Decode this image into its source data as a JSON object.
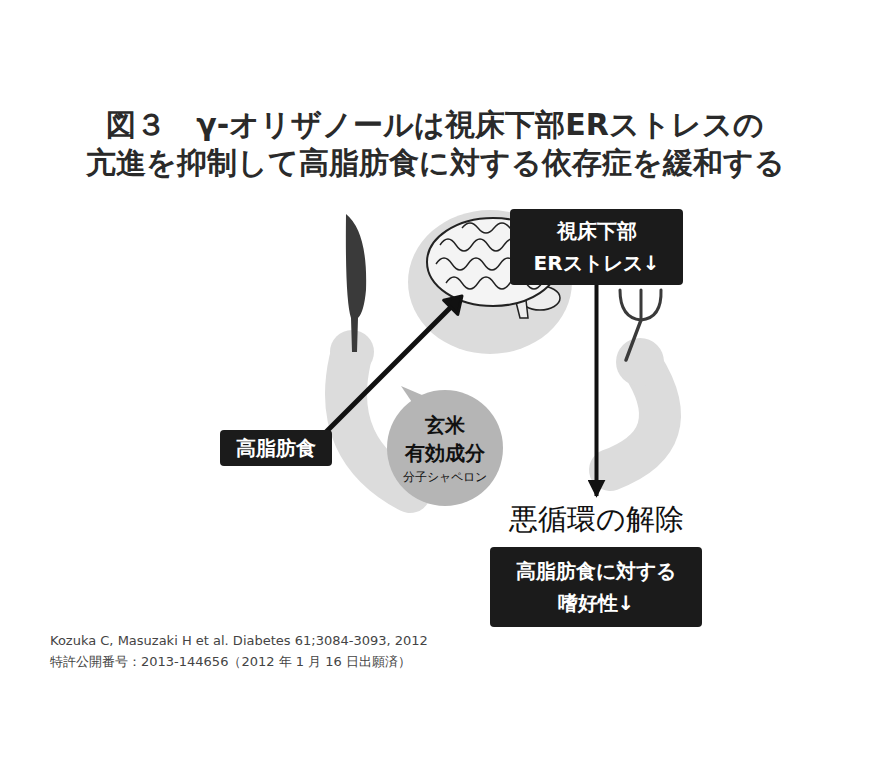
{
  "diagram": {
    "title": "図３　γ-オリザノールは視床下部ERストレスの 亢進を抑制して高脂肪食に対する依存症を緩和する",
    "nodes": [
      {
        "text": [
          "視床下部 ERストレス↓"
        ]
      },
      {
        "text": [
          "高脂肪食"
        ]
      },
      {
        "text": [
          "玄米 有効成分",
          "分子シャペロン"
        ]
      },
      {
        "text": [
          "悪循環の解除",
          "高脂肪食に対する 嗜好性↓"
        ]
      }
    ],
    "edges": [
      {
        "from": 0,
        "to": 3,
        "arrow": "to"
      }
    ],
    "labels": [
      "Kozuka C, Masuzaki H et al. Diabetes 61;3084-3093, 2012",
      "特許公開番号：2013-144656（2012 年 1 月 16 日出願済）"
    ]
  }
}
